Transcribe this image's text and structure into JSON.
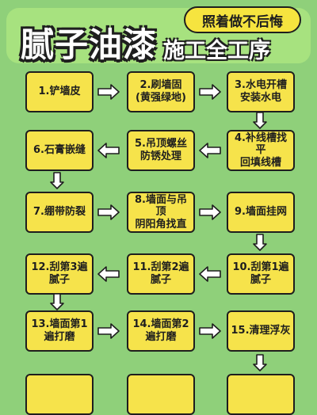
{
  "header": {
    "title_main": "腻子油漆",
    "title_sub": "施工全工序",
    "badge": "照着做不后悔"
  },
  "steps": [
    "1.铲墙皮",
    "2.刷墙固\n(黄强绿地)",
    "3.水电开槽\n安装水电",
    "6.石膏嵌缝",
    "5.吊顶螺丝\n防锈处理",
    "4.补线槽找平\n回填线槽",
    "7.绷带防裂",
    "8.墙面与吊顶\n阴阳角找直",
    "9.墙面挂网",
    "12.刮第3遍\n腻子",
    "11.刮第2遍\n腻子",
    "10.刮第1遍\n腻子",
    "13.墙面第1\n遍打磨",
    "14.墙面第2\n遍打磨",
    "15.清理浮灰"
  ],
  "colors": {
    "background": "#8fd07a",
    "step_fill": "#f6e34b",
    "outline": "#1e1e1e",
    "badge": "#f6e43f"
  }
}
